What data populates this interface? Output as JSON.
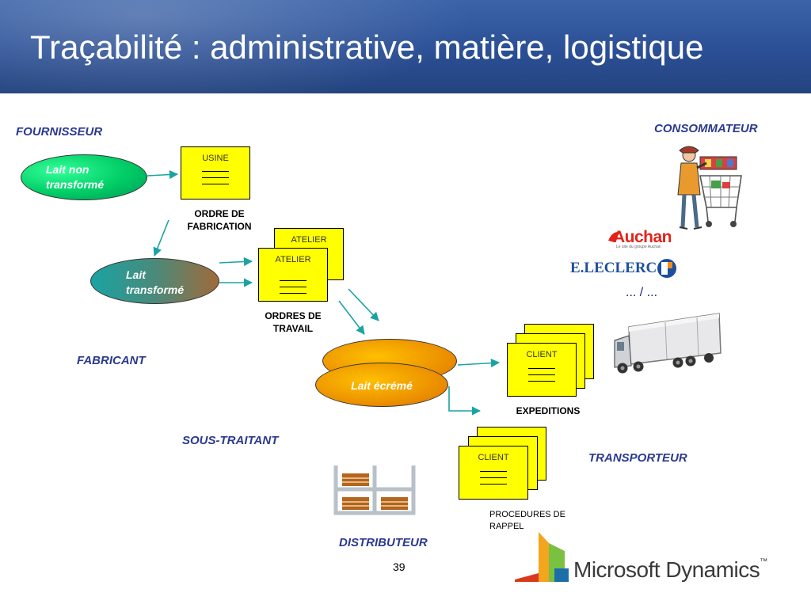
{
  "title": "Traçabilité : administrative, matière, logistique",
  "labels": {
    "fournisseur": "FOURNISSEUR",
    "consommateur": "CONSOMMATEUR",
    "fabricant": "FABRICANT",
    "sous_traitant": "SOUS-TRAITANT",
    "transporteur": "TRANSPORTEUR",
    "distributeur": "DISTRIBUTEUR"
  },
  "ellipses": {
    "lait_non_transforme": [
      "Lait non",
      "transformé"
    ],
    "lait_transforme": [
      "Lait",
      "transformé"
    ],
    "lait_ecreme": "Lait écrémé"
  },
  "documents": {
    "usine": "USINE",
    "atelier": "ATELIER",
    "client": "CLIENT"
  },
  "captions": {
    "ordre_fabrication": [
      "ORDRE DE",
      "FABRICATION"
    ],
    "ordres_travail": [
      "ORDRES DE",
      "TRAVAIL"
    ],
    "expeditions": "EXPEDITIONS",
    "procedures_rappel": [
      "PROCEDURES DE",
      "RAPPEL"
    ]
  },
  "retailers": {
    "auchan": "Auchan",
    "auchan_tagline": "Le site du groupe Auchan",
    "leclerc": "E.LECLERC",
    "etc": "... / ..."
  },
  "brand": "Microsoft Dynamics",
  "brand_tm": "™",
  "page_number": "39"
}
